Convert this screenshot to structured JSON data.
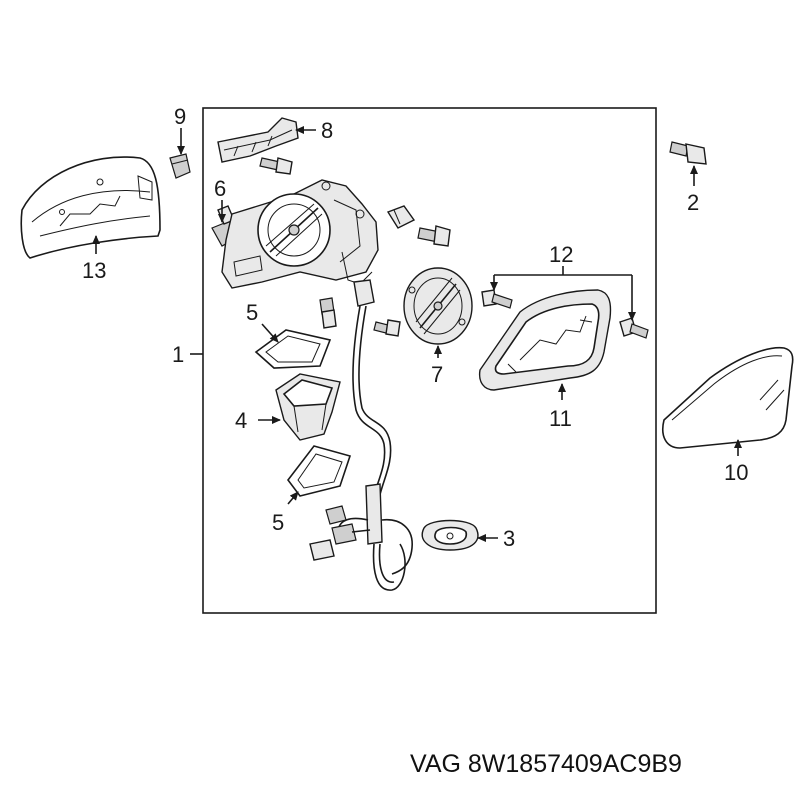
{
  "callouts": [
    {
      "id": "c1",
      "label": "1"
    },
    {
      "id": "c2",
      "label": "2"
    },
    {
      "id": "c3",
      "label": "3"
    },
    {
      "id": "c4",
      "label": "4"
    },
    {
      "id": "c5a",
      "label": "5"
    },
    {
      "id": "c5b",
      "label": "5"
    },
    {
      "id": "c6",
      "label": "6"
    },
    {
      "id": "c7",
      "label": "7"
    },
    {
      "id": "c8",
      "label": "8"
    },
    {
      "id": "c9",
      "label": "9"
    },
    {
      "id": "c10",
      "label": "10"
    },
    {
      "id": "c11",
      "label": "11"
    },
    {
      "id": "c12",
      "label": "12"
    },
    {
      "id": "c13",
      "label": "13"
    }
  ],
  "part_number": "VAG 8W1857409AC9B9"
}
